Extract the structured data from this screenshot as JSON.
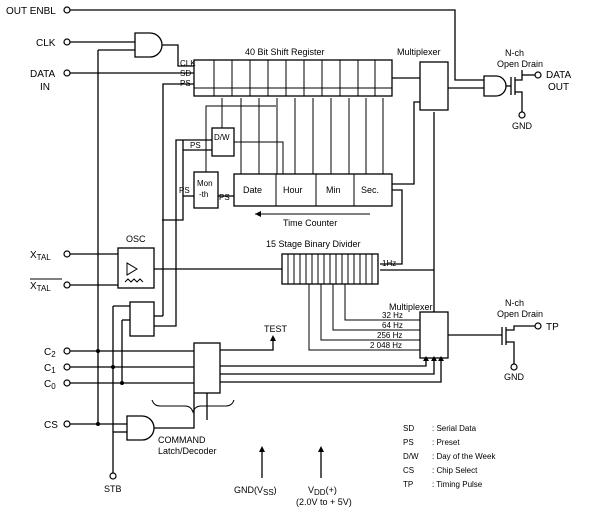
{
  "pins": {
    "out_enbl": "OUT ENBL",
    "clk": "CLK",
    "data": "DATA",
    "in": "IN",
    "xtal": "X",
    "xtal_sub": "TAL",
    "c2": "C",
    "c2_sub": "2",
    "c1": "C",
    "c1_sub": "1",
    "c0": "C",
    "c0_sub": "0",
    "cs": "CS",
    "stb": "STB",
    "data_out_1": "DATA",
    "data_out_2": "OUT",
    "tp": "TP",
    "gnd_1": "GND",
    "gnd_2": "GND"
  },
  "blocks": {
    "shift_register": "40 Bit Shift Register",
    "sr_clk": "CLK",
    "sr_sd": "SD",
    "sr_ps": "PS",
    "multiplexer_top": "Multiplexer",
    "nch_1": "N-ch",
    "open_drain_1": "Open Drain",
    "dw": "D/W",
    "ps_dw": "PS",
    "month": "Mon",
    "month_2": "-th",
    "ps_month": "PS",
    "ps_date": "PS",
    "date": "Date",
    "hour": "Hour",
    "min": "Min",
    "sec": "Sec.",
    "time_counter": "Time Counter",
    "osc": "OSC",
    "divider": "15 Stage Binary Divider",
    "hz1": "1Hz",
    "hz32": "32 Hz",
    "hz64": "64 Hz",
    "hz256": "256 Hz",
    "hz2048": "2 048 Hz",
    "multiplexer_bottom": "Multiplexer",
    "nch_2": "N-ch",
    "open_drain_2": "Open Drain",
    "test": "TEST",
    "command": "COMMAND",
    "latch_decoder": "Latch/Decoder",
    "gnd_vss": "GND(V",
    "gnd_vss_sub": "SS",
    "gnd_vss_end": ")",
    "vdd": "V",
    "vdd_sub": "DD",
    "vdd_end": "(+)",
    "vdd_range": "(2.0V to + 5V)"
  },
  "legend": [
    {
      "abbr": "SD",
      "desc": ": Serial Data"
    },
    {
      "abbr": "PS",
      "desc": ": Preset"
    },
    {
      "abbr": "D/W",
      "desc": ": Day of the Week"
    },
    {
      "abbr": "CS",
      "desc": ": Chip Select"
    },
    {
      "abbr": "TP",
      "desc": ": Timing Pulse"
    }
  ]
}
